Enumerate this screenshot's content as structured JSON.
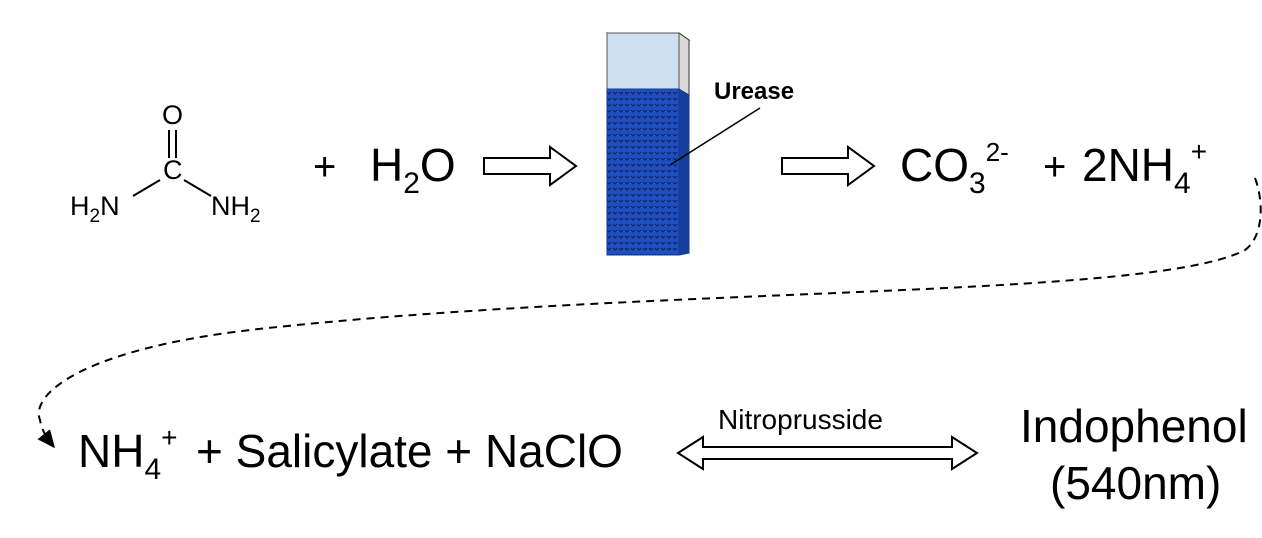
{
  "urea": {
    "o": "O",
    "c": "C",
    "h2n_main": "H",
    "h2n_sub": "2",
    "h2n_tail": "N",
    "nh2_main": "NH",
    "nh2_sub": "2"
  },
  "reaction1": {
    "plus": "+",
    "water_h": "H",
    "water_sub": "2",
    "water_o": "O",
    "enzyme_label": "Urease",
    "carbonate_main": "CO",
    "carbonate_sub": "3",
    "carbonate_sup": "2-",
    "plus2": "+",
    "ammonium_main": "2NH",
    "ammonium_sub": "4",
    "ammonium_sup": "+"
  },
  "reaction2": {
    "ammonium_main": "NH",
    "ammonium_sub": "4",
    "ammonium_sup": "+",
    "reactants_rest": "+ Salicylate + NaClO",
    "catalyst": "Nitroprusside",
    "product_name": "Indophenol",
    "product_wavelength": "(540nm)"
  },
  "colors": {
    "tube_fill": "#1f4fbf",
    "tube_top": "#cfe0f2",
    "tube_edge": "#14379a"
  }
}
